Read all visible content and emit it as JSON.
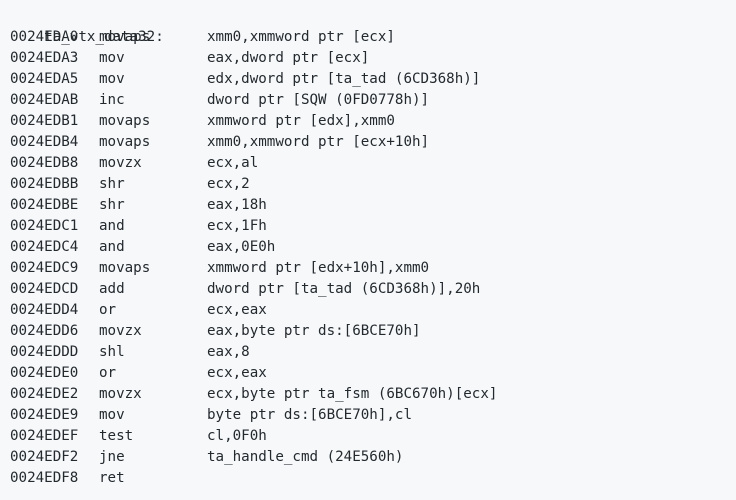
{
  "label": "ta_vtx_data32:",
  "lines": [
    {
      "addr": "0024EDA0",
      "mnemonic": "movaps",
      "operands": "xmm0,xmmword ptr [ecx]"
    },
    {
      "addr": "0024EDA3",
      "mnemonic": "mov",
      "operands": "eax,dword ptr [ecx]"
    },
    {
      "addr": "0024EDA5",
      "mnemonic": "mov",
      "operands": "edx,dword ptr [ta_tad (6CD368h)]"
    },
    {
      "addr": "0024EDAB",
      "mnemonic": "inc",
      "operands": "dword ptr [SQW (0FD0778h)]"
    },
    {
      "addr": "0024EDB1",
      "mnemonic": "movaps",
      "operands": "xmmword ptr [edx],xmm0"
    },
    {
      "addr": "0024EDB4",
      "mnemonic": "movaps",
      "operands": "xmm0,xmmword ptr [ecx+10h]"
    },
    {
      "addr": "0024EDB8",
      "mnemonic": "movzx",
      "operands": "ecx,al"
    },
    {
      "addr": "0024EDBB",
      "mnemonic": "shr",
      "operands": "ecx,2"
    },
    {
      "addr": "0024EDBE",
      "mnemonic": "shr",
      "operands": "eax,18h"
    },
    {
      "addr": "0024EDC1",
      "mnemonic": "and",
      "operands": "ecx,1Fh"
    },
    {
      "addr": "0024EDC4",
      "mnemonic": "and",
      "operands": "eax,0E0h"
    },
    {
      "addr": "0024EDC9",
      "mnemonic": "movaps",
      "operands": "xmmword ptr [edx+10h],xmm0"
    },
    {
      "addr": "0024EDCD",
      "mnemonic": "add",
      "operands": "dword ptr [ta_tad (6CD368h)],20h"
    },
    {
      "addr": "0024EDD4",
      "mnemonic": "or",
      "operands": "ecx,eax"
    },
    {
      "addr": "0024EDD6",
      "mnemonic": "movzx",
      "operands": "eax,byte ptr ds:[6BCE70h]"
    },
    {
      "addr": "0024EDDD",
      "mnemonic": "shl",
      "operands": "eax,8"
    },
    {
      "addr": "0024EDE0",
      "mnemonic": "or",
      "operands": "ecx,eax"
    },
    {
      "addr": "0024EDE2",
      "mnemonic": "movzx",
      "operands": "ecx,byte ptr ta_fsm (6BC670h)[ecx]"
    },
    {
      "addr": "0024EDE9",
      "mnemonic": "mov",
      "operands": "byte ptr ds:[6BCE70h],cl"
    },
    {
      "addr": "0024EDEF",
      "mnemonic": "test",
      "operands": "cl,0F0h"
    },
    {
      "addr": "0024EDF2",
      "mnemonic": "jne",
      "operands": "ta_handle_cmd (24E560h)"
    },
    {
      "addr": "0024EDF8",
      "mnemonic": "ret",
      "operands": ""
    }
  ]
}
